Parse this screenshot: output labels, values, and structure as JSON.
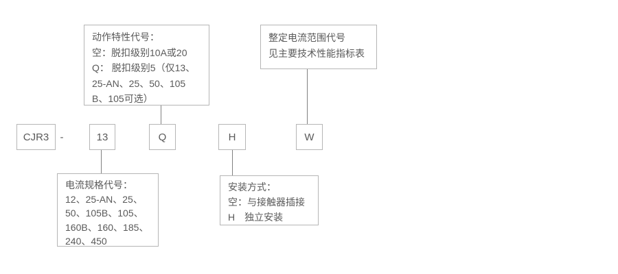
{
  "diagram": {
    "model": {
      "prefix": "CJR3",
      "separator": "-",
      "current_spec_code": "13",
      "action_code": "Q",
      "mounting_code": "H",
      "range_code": "W"
    },
    "callouts": {
      "action_characteristic": {
        "lines": {
          "0": "动作特性代号：",
          "1": "空：脱扣级别10A或20",
          "2": "Q： 脱扣级别5（仅13、",
          "3": "25-AN、25、50、105",
          "4": "B、105可选）"
        }
      },
      "setting_current_range": {
        "lines": {
          "0": "整定电流范围代号",
          "1": "见主要技术性能指标表"
        }
      },
      "current_spec": {
        "lines": {
          "0": "电流规格代号：",
          "1": "12、25-AN、25、",
          "2": "50、105B、105、",
          "3": "160B、160、185、",
          "4": "240、450"
        }
      },
      "mounting_method": {
        "lines": {
          "0": "安装方式：",
          "1": "空：与接触器插接",
          "2": "H　独立安装"
        }
      }
    },
    "colors": {
      "background": "#ffffff",
      "box_border": "#b5b5b5",
      "text": "#595959",
      "connector_line": "#808080"
    }
  }
}
